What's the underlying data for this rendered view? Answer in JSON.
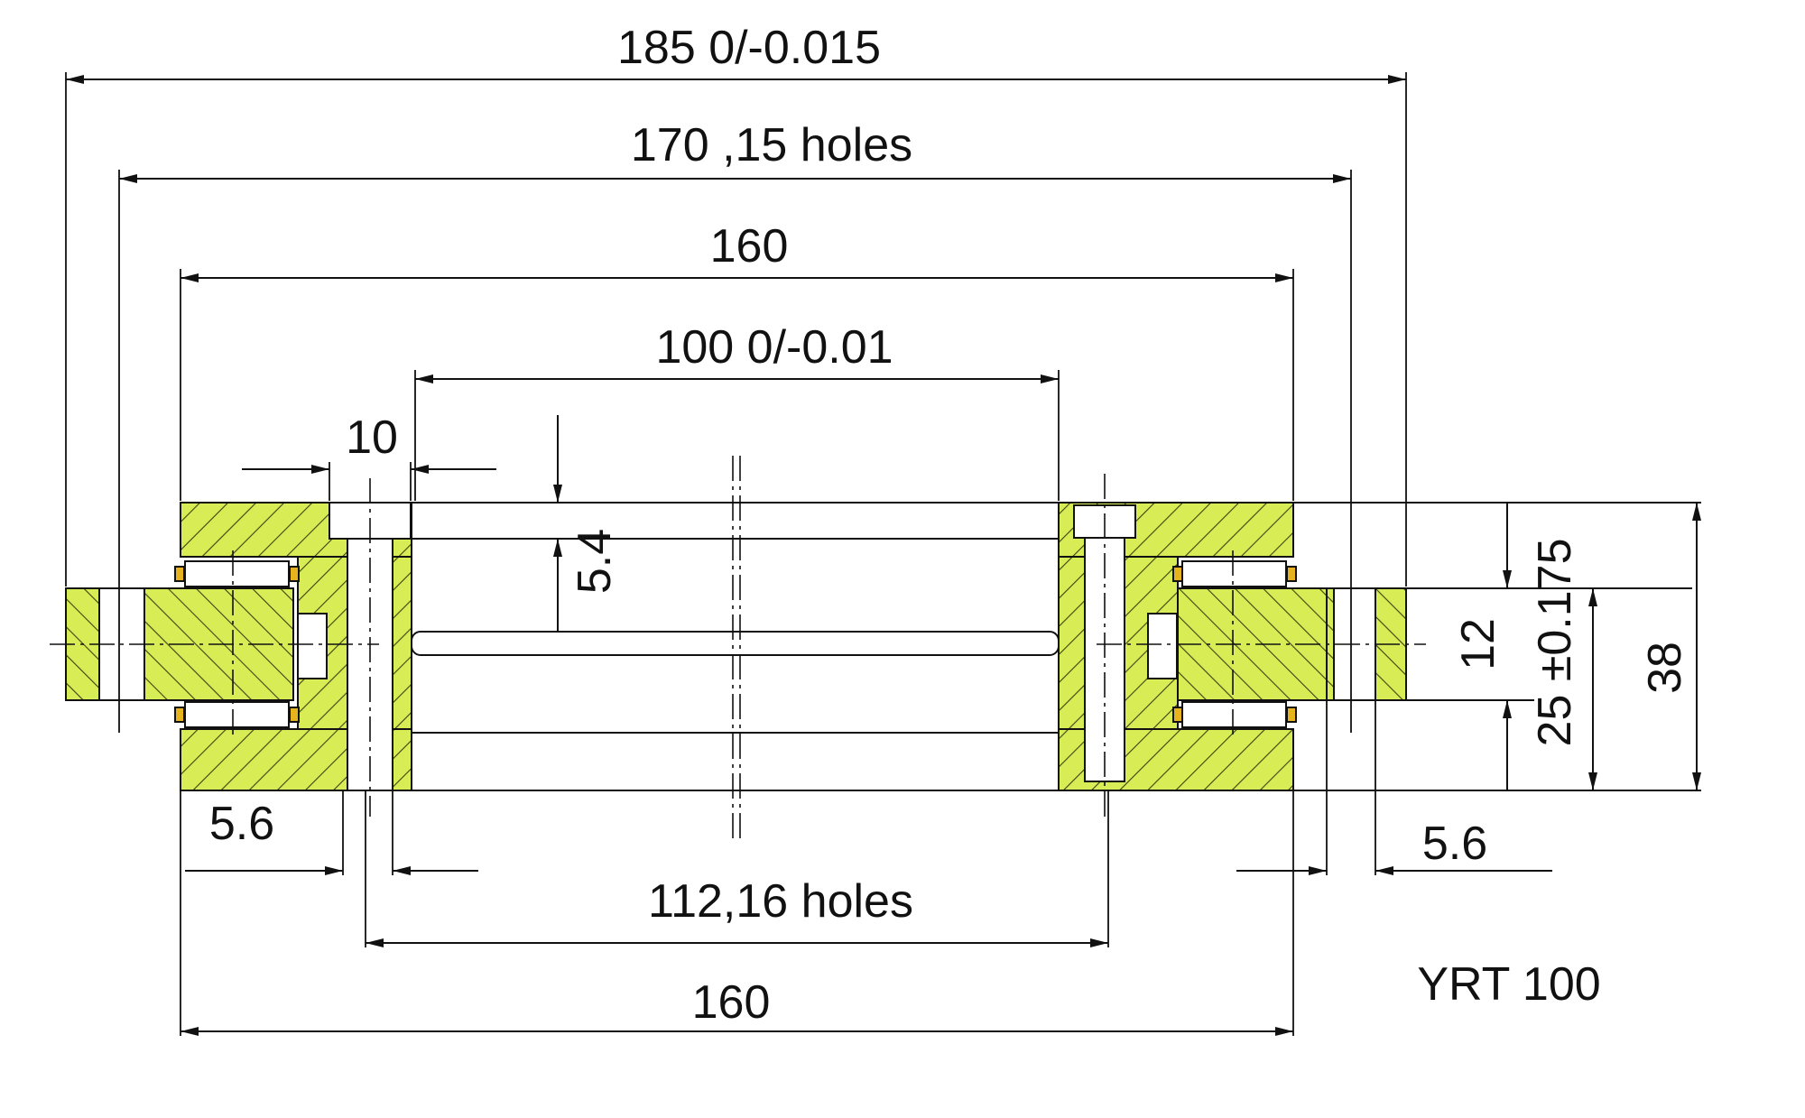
{
  "drawing": {
    "designation": "YRT 100",
    "colors": {
      "section_fill": "#d8ec56",
      "hatch": "#3d4212",
      "line": "#111111",
      "cage": "#e6b21e"
    },
    "dimensions": {
      "d_185": "185 0/-0.015",
      "d_170": "170 ,15 holes",
      "d_160_top": "160",
      "d_100": "100 0/-0.01",
      "d_10": "10",
      "d_5_4": "5.4",
      "d_12": "12",
      "d_25": "25 ±0.175",
      "d_38": "38",
      "d_5_6_left": "5.6",
      "d_5_6_right": "5.6",
      "d_112": "112,16 holes",
      "d_160_bottom": "160"
    }
  }
}
